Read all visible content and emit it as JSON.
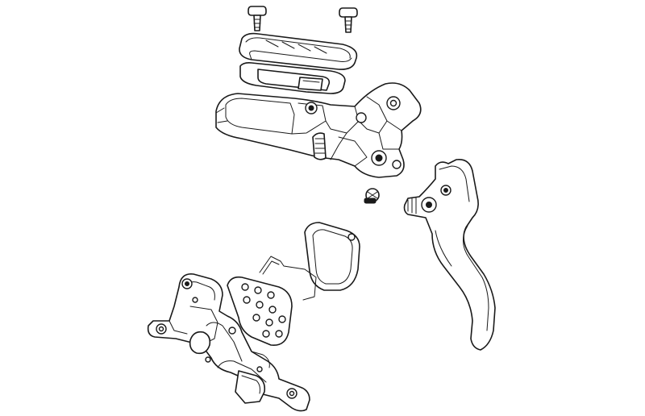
{
  "figure": {
    "background": "#ffffff",
    "line_color": "#1a1a1a",
    "components": [
      "top-screw",
      "reservoir-cap",
      "reservoir-diaphragm",
      "master-cylinder-body",
      "pivot-pin",
      "brake-lever-blade",
      "brake-pad",
      "pad-spring-clip",
      "brake-pad-backing",
      "brake-caliper"
    ]
  }
}
